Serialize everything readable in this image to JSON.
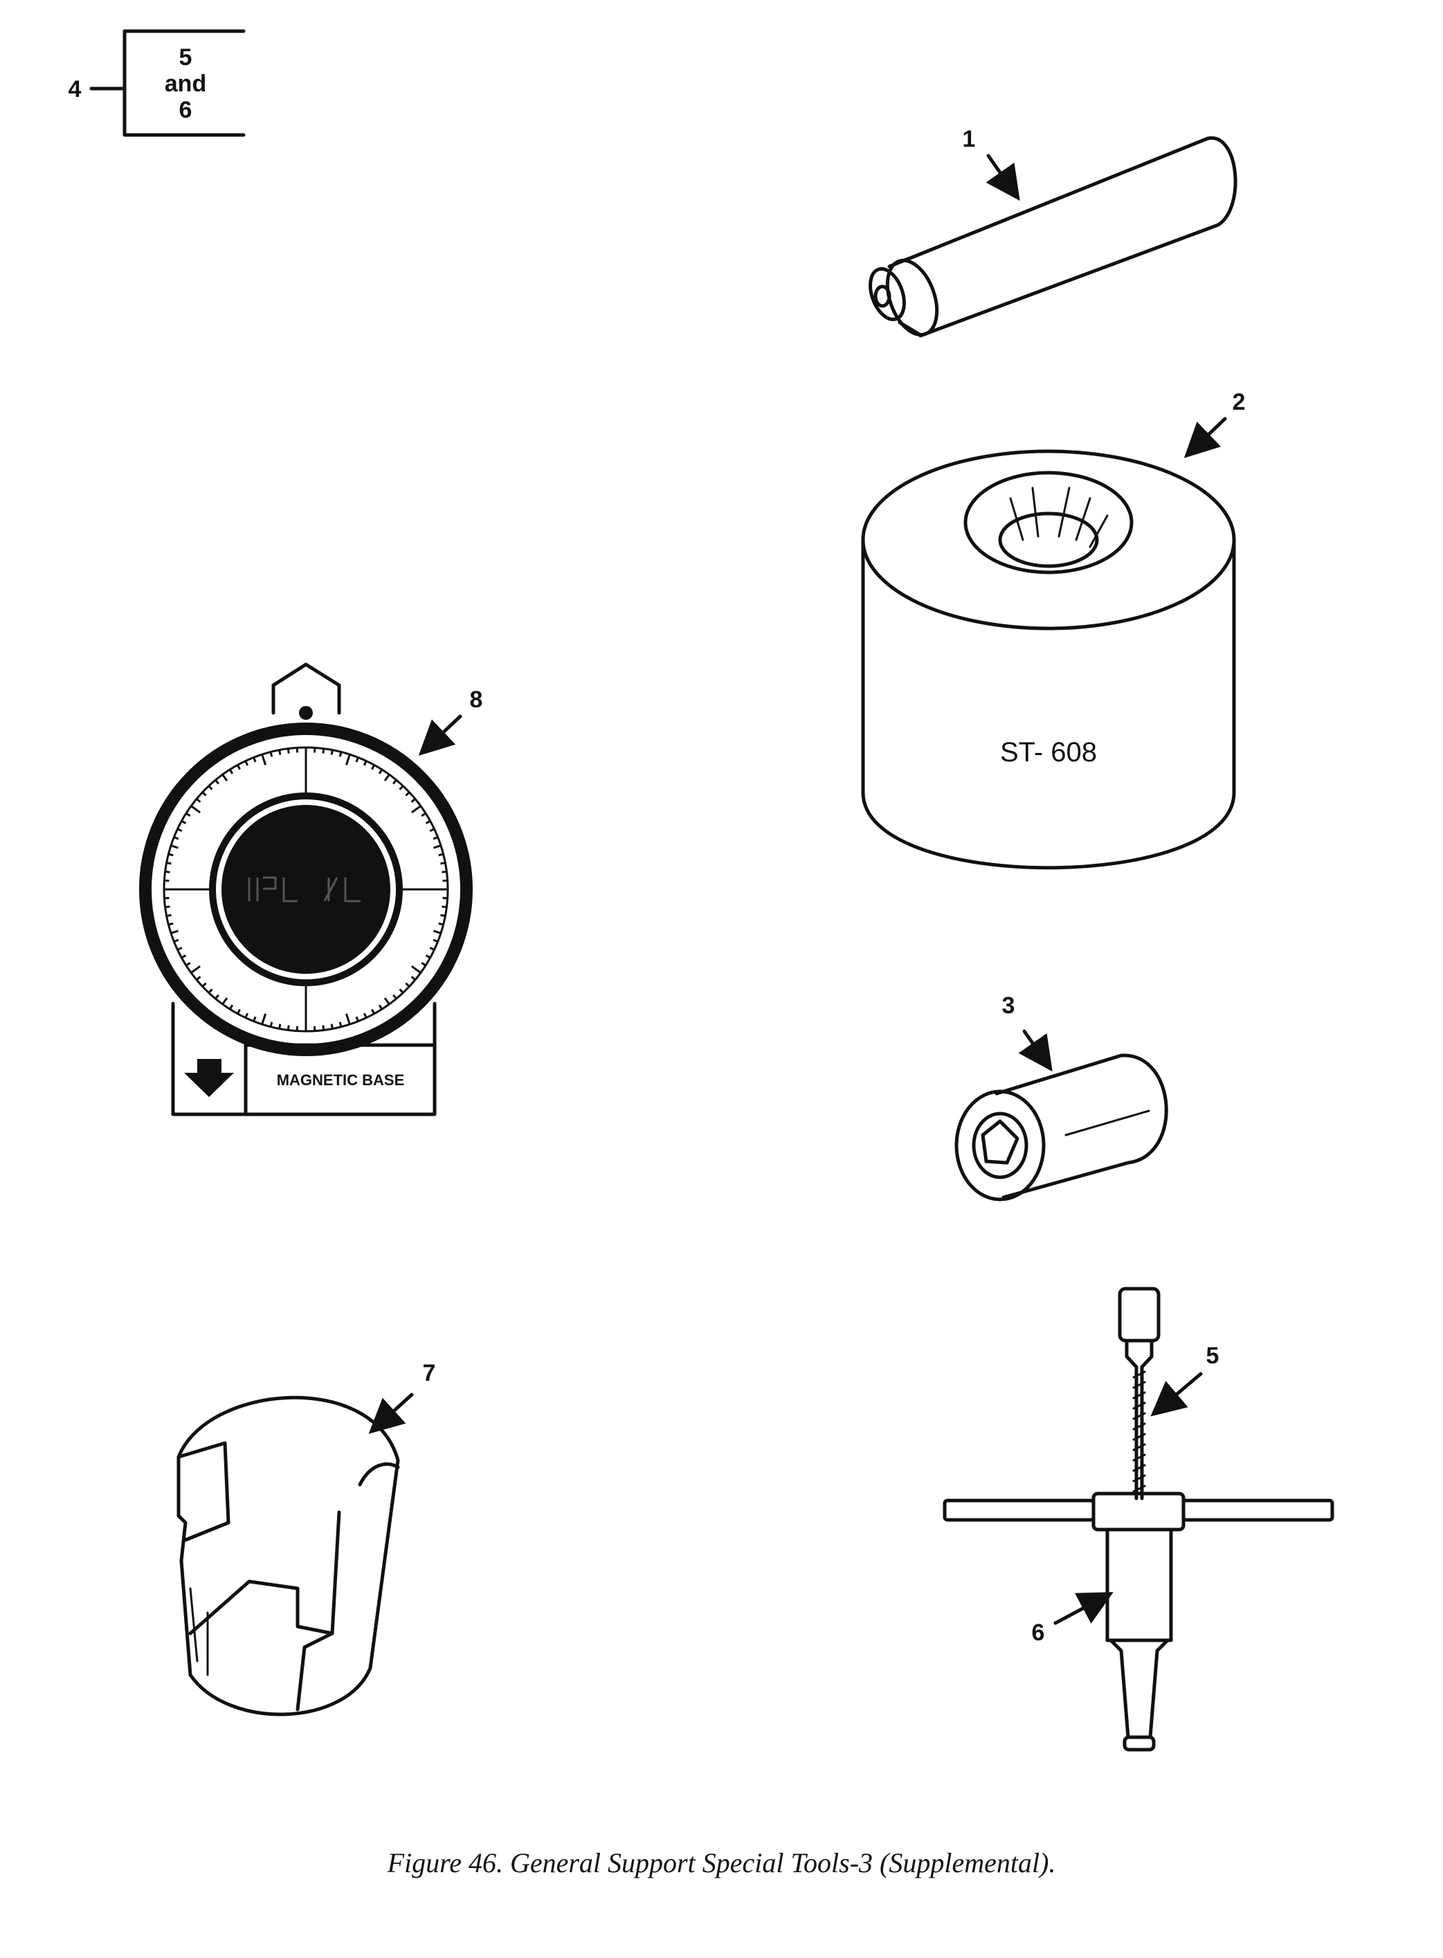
{
  "bracket": {
    "left": "4",
    "top": "5",
    "mid": "and",
    "bottom": "6"
  },
  "callouts": [
    "1",
    "2",
    "3",
    "5",
    "6",
    "7",
    "8"
  ],
  "tool_markings": {
    "st608": "ST- 608",
    "magnetic_base": "MAGNETIC BASE"
  },
  "caption": "Figure 46. General Support Special Tools-3 (Supplemental)."
}
